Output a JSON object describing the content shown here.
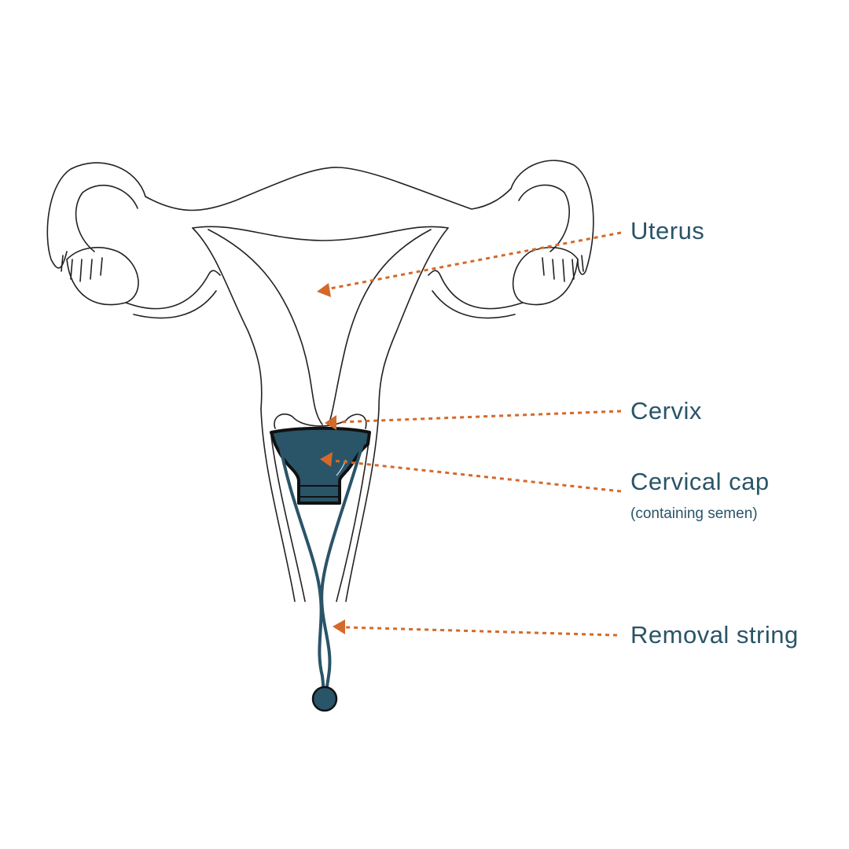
{
  "colors": {
    "anatomy_line": "#222222",
    "device": "#2a5468",
    "arrow": "#d4692a",
    "label": "#2a5468"
  },
  "labels": {
    "uterus": "Uterus",
    "cervix": "Cervix",
    "cervical_cap": "Cervical cap",
    "cervical_cap_note": "(containing semen)",
    "removal_string": "Removal string"
  }
}
